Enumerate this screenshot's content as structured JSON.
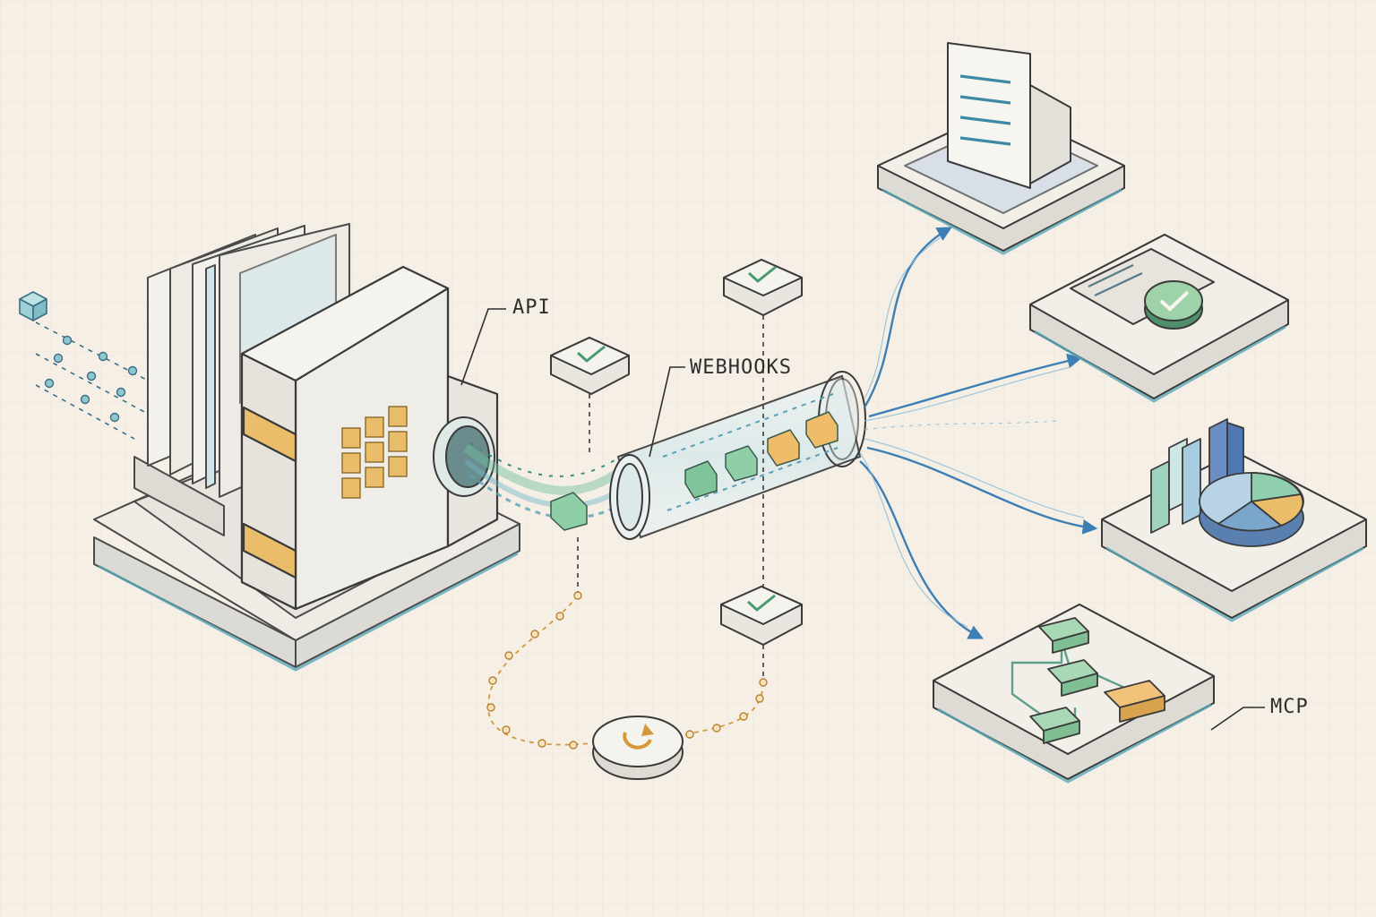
{
  "labels": {
    "api": "API",
    "webhooks": "WEBHOOKS",
    "mcp": "MCP"
  },
  "colors": {
    "background": "#f5efe6",
    "ink": "#4a4a4a",
    "teal": "#5fae93",
    "blue": "#4a86b8",
    "amber": "#e3b05c",
    "paper": "#f0ede6"
  },
  "icons": [
    "cube-icon",
    "book-icon",
    "grid-icon",
    "check-icon",
    "refresh-icon",
    "document-icon",
    "approval-check-icon",
    "bar-chart-icon",
    "pie-chart-icon",
    "flowchart-icon"
  ]
}
